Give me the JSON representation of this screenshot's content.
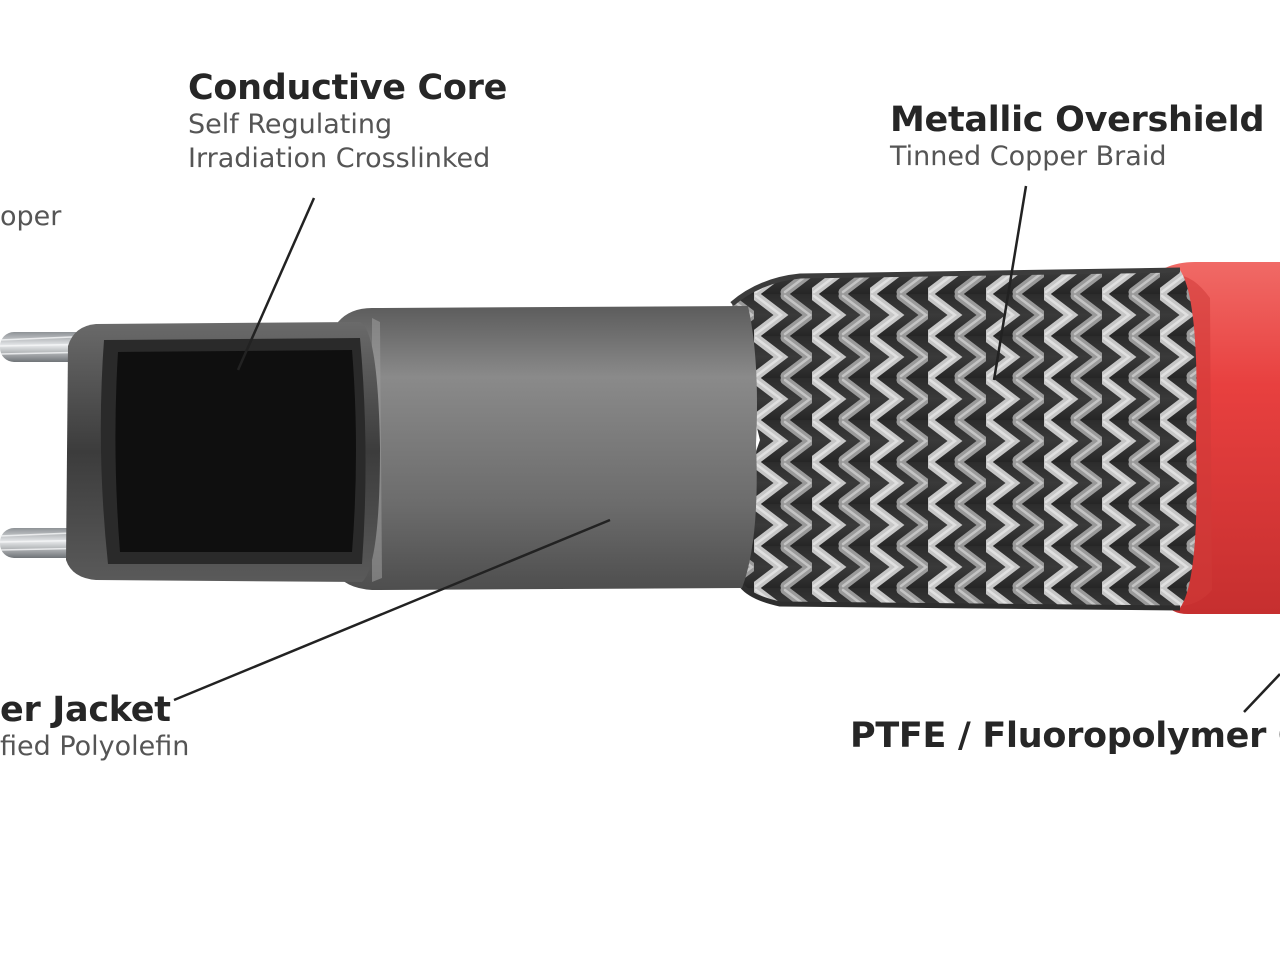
{
  "labels": {
    "conductive_core": {
      "title": "Conductive Core",
      "lines": [
        "Self Regulating",
        "Irradiation Crosslinked"
      ]
    },
    "metallic_overshield": {
      "title": "Metallic Overshield",
      "lines": [
        "Tinned Copper Braid"
      ]
    },
    "bus_wire": {
      "lines": [
        "oper"
      ]
    },
    "inner_jacket": {
      "title": "er Jacket",
      "lines": [
        "fied Polyolefin"
      ]
    },
    "outer_jacket": {
      "title": "PTFE / Fluoropolymer C"
    }
  },
  "colors": {
    "bus_wire": "#b9bcbf",
    "conductive_core": "#111111",
    "core_frame": "#4a4a4a",
    "inner_jacket": "#6e6e6e",
    "braid": "#8a8a8a",
    "outer_jacket": "#e8403f",
    "leader_line": "#222222"
  }
}
